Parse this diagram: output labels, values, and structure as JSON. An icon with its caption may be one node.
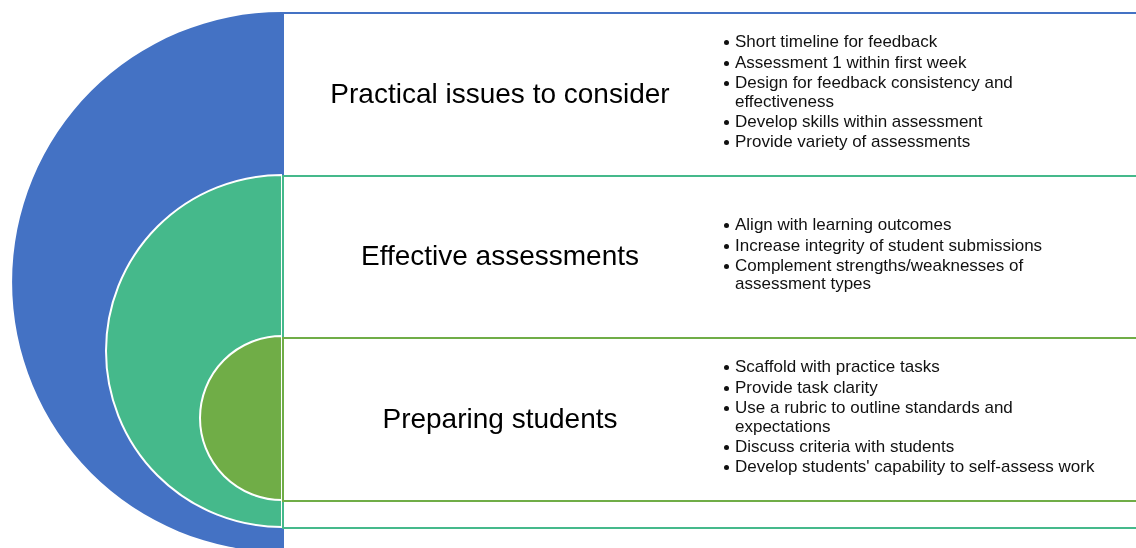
{
  "diagram": {
    "nodes": [
      {
        "text": [
          "Practical issues to consider",
          "Short timeline for feedback",
          "Assessment 1 within first week",
          "Design for feedback consistency and effectiveness",
          "Develop skills within assessment",
          "Provide variety of assessments"
        ]
      },
      {
        "text": [
          "Effective assessments",
          "Align with learning outcomes",
          "Increase integrity of student submissions",
          "Complement strengths/weaknesses of assessment types"
        ],
        "in": 0
      },
      {
        "text": [
          "Preparing students",
          "Scaffold with practice tasks",
          "Provide task clarity",
          "Use a rubric to outline standards and expectations",
          "Discuss criteria with students",
          "Develop students' capability to self-assess work"
        ],
        "in": 1
      }
    ]
  }
}
